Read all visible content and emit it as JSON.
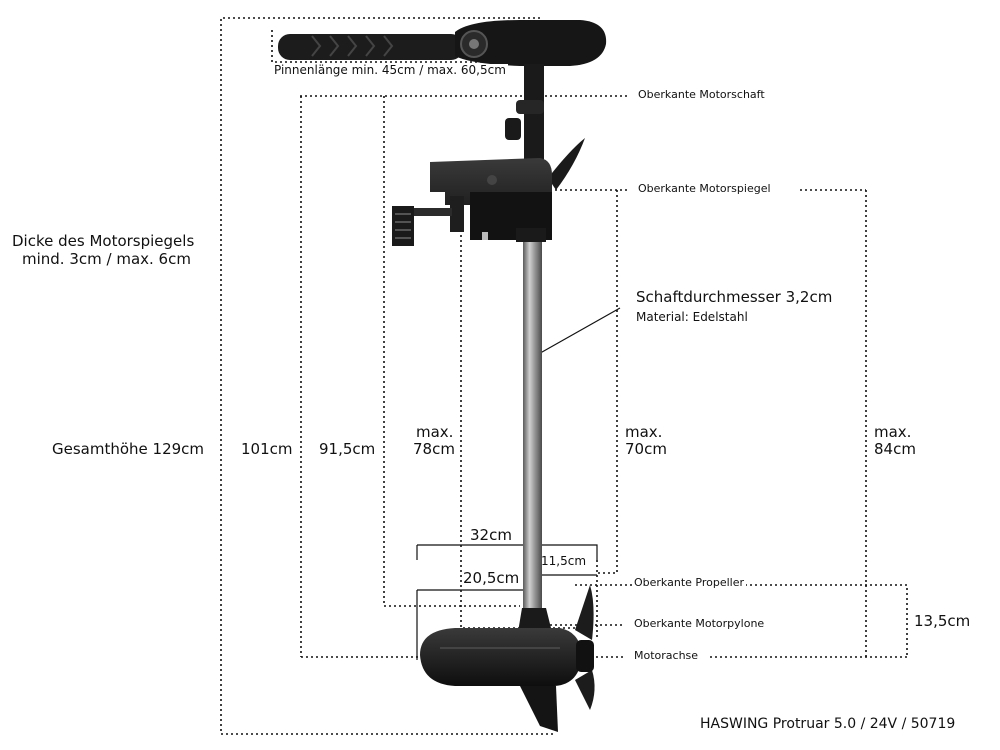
{
  "labels": {
    "tiller_length": "Pinnenlänge min. 45cm / max. 60,5cm",
    "top_motor_shaft": "Oberkante Motorschaft",
    "top_transom": "Oberkante Motorspiegel",
    "transom_thickness_line1": "Dicke des Motorspiegels",
    "transom_thickness_line2": "mind. 3cm / max. 6cm",
    "shaft_diameter": "Schaftdurchmesser 3,2cm",
    "material": "Material: Edelstahl",
    "total_height": "Gesamthöhe 129cm",
    "dim_101": "101cm",
    "dim_91_5": "91,5cm",
    "dim_78_line1": "max.",
    "dim_78_line2": "78cm",
    "dim_70_line1": "max.",
    "dim_70_line2": "70cm",
    "dim_84_line1": "max.",
    "dim_84_line2": "84cm",
    "dim_32": "32cm",
    "dim_11_5": "11,5cm",
    "dim_20_5": "20,5cm",
    "top_propeller": "Oberkante Propeller",
    "top_pylon": "Oberkante Motorpylone",
    "motor_axis": "Motorachse",
    "dim_13_5": "13,5cm",
    "footer": "HASWING Protruar 5.0 / 24V / 50719"
  },
  "colors": {
    "line": "#111111",
    "motor_dark": "#1c1c1c",
    "shaft": "#8a8a8a"
  }
}
